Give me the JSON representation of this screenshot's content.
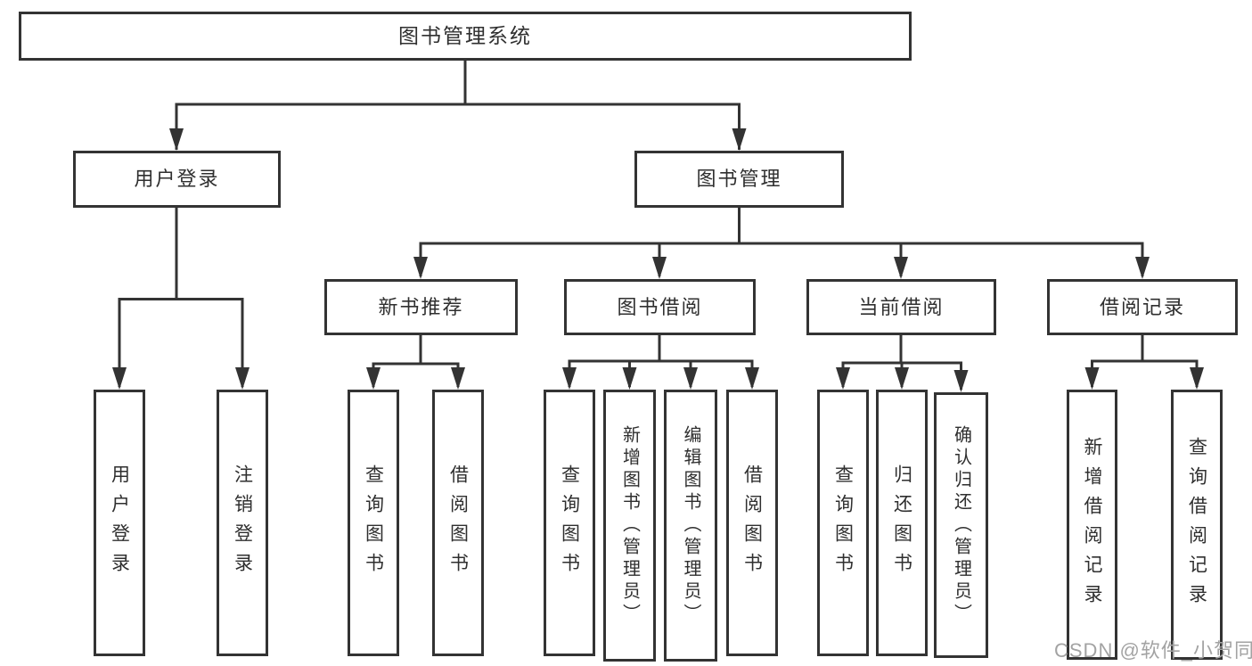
{
  "colors": {
    "background": "#ffffff",
    "line": "#333333",
    "text": "#2f2f2f",
    "watermark": "#a3a3a3"
  },
  "watermark": {
    "text": "CSDN @软件_小贺同学"
  },
  "diagram": {
    "root": {
      "label": "图书管理系统"
    },
    "branches": [
      {
        "label": "用户登录",
        "children": [
          {
            "label": "用户登录"
          },
          {
            "label": "注销登录"
          }
        ]
      },
      {
        "label": "图书管理",
        "children": [
          {
            "label": "新书推荐",
            "children": [
              {
                "label": "查询图书"
              },
              {
                "label": "借阅图书"
              }
            ]
          },
          {
            "label": "图书借阅",
            "children": [
              {
                "label": "查询图书"
              },
              {
                "label": "新增图书（管理员）"
              },
              {
                "label": "编辑图书（管理员）"
              },
              {
                "label": "借阅图书"
              }
            ]
          },
          {
            "label": "当前借阅",
            "children": [
              {
                "label": "查询图书"
              },
              {
                "label": "归还图书"
              },
              {
                "label": "确认归还（管理员）"
              }
            ]
          },
          {
            "label": "借阅记录",
            "children": [
              {
                "label": "新增借阅记录"
              },
              {
                "label": "查询借阅记录"
              }
            ]
          }
        ]
      }
    ]
  }
}
